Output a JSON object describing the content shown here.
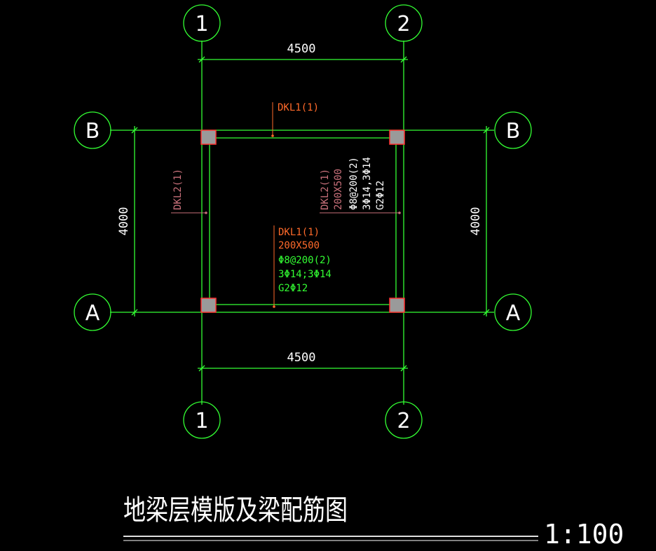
{
  "axes": {
    "columns": [
      "1",
      "2"
    ],
    "rows": [
      "B",
      "A"
    ]
  },
  "dimensions": {
    "top_span": "4500",
    "bottom_span": "4500",
    "left_span": "4000",
    "right_span": "4000"
  },
  "beams": {
    "top_label": "DKL1(1)",
    "bottom_label": "DKL1(1)",
    "bottom_size": "200X500",
    "bottom_stirrup": "Φ8@200(2)",
    "bottom_rebar": "3Φ14;3Φ14",
    "bottom_side": "G2Φ12",
    "left_label": "DKL2(1)",
    "right_label": "DKL2(1)",
    "right_size": "200X500",
    "right_stirrup": "Φ8@200(2)",
    "right_rebar": "3Φ14,3Φ14",
    "right_side": "G2Φ12"
  },
  "title": {
    "main": "地梁层模版及梁配筋图",
    "scale": "1:100"
  },
  "colors": {
    "background": "#000000",
    "grid_line": "#33ff33",
    "beam_label": "#ff6a2a",
    "beam_label_side": "#c8707a",
    "column_fill": "#9a9a9a",
    "column_border": "#ff3333",
    "text": "#ffffff"
  }
}
